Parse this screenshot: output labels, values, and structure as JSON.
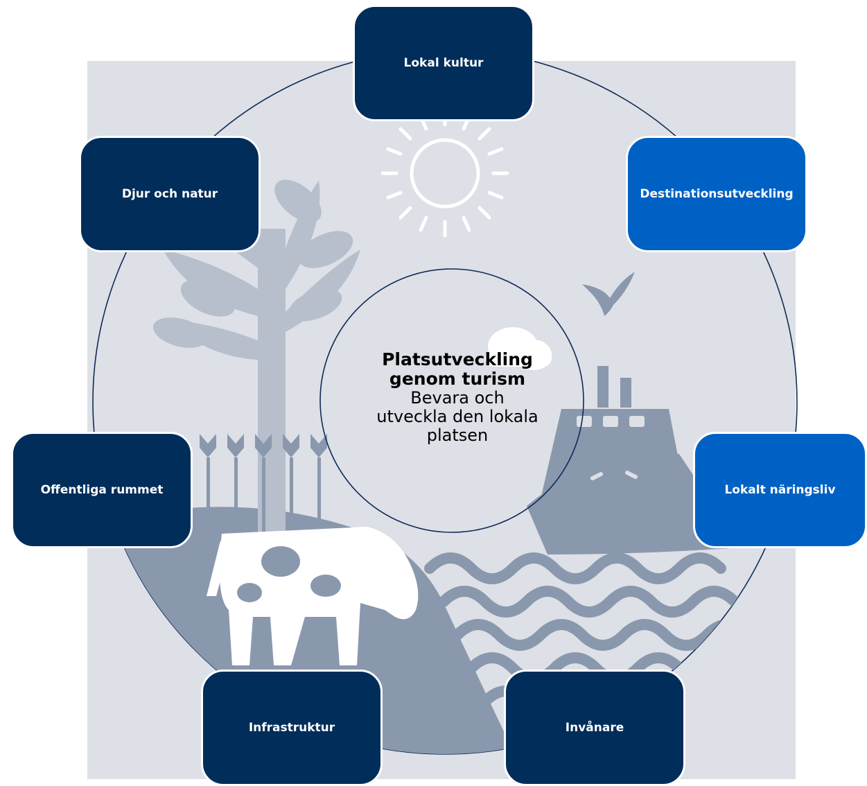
{
  "colors": {
    "node_dark": "#012d5a",
    "node_bright": "#0061c4",
    "illustration_bg": "#dde0e6",
    "illustration_shape": "#8a98ad",
    "ring_stroke": "#0d2a55"
  },
  "center": {
    "title_line1": "Platsutveckling",
    "title_line2": "genom turism",
    "subtitle_line1": "Bevara och",
    "subtitle_line2": "utveckla den lokala",
    "subtitle_line3": "platsen"
  },
  "nodes": [
    {
      "id": "lokal-kultur",
      "label": "Lokal kultur",
      "variant": "dark"
    },
    {
      "id": "destinationsutveckling",
      "label": "Destinationsutveckling",
      "variant": "bright"
    },
    {
      "id": "lokalt-naringsliv",
      "label": "Lokalt näringsliv",
      "variant": "bright"
    },
    {
      "id": "invanare",
      "label": "Invånare",
      "variant": "dark"
    },
    {
      "id": "infrastruktur",
      "label": "Infrastruktur",
      "variant": "dark"
    },
    {
      "id": "offentliga-rummet",
      "label": "Offentliga rummet",
      "variant": "dark"
    },
    {
      "id": "djur-och-natur",
      "label": "Djur och natur",
      "variant": "dark"
    }
  ],
  "illustration_icons": [
    "sun-icon",
    "tree-icon",
    "wheat-icon",
    "cloud-icon",
    "bird-icon",
    "ship-icon",
    "cow-icon",
    "waves-icon"
  ]
}
